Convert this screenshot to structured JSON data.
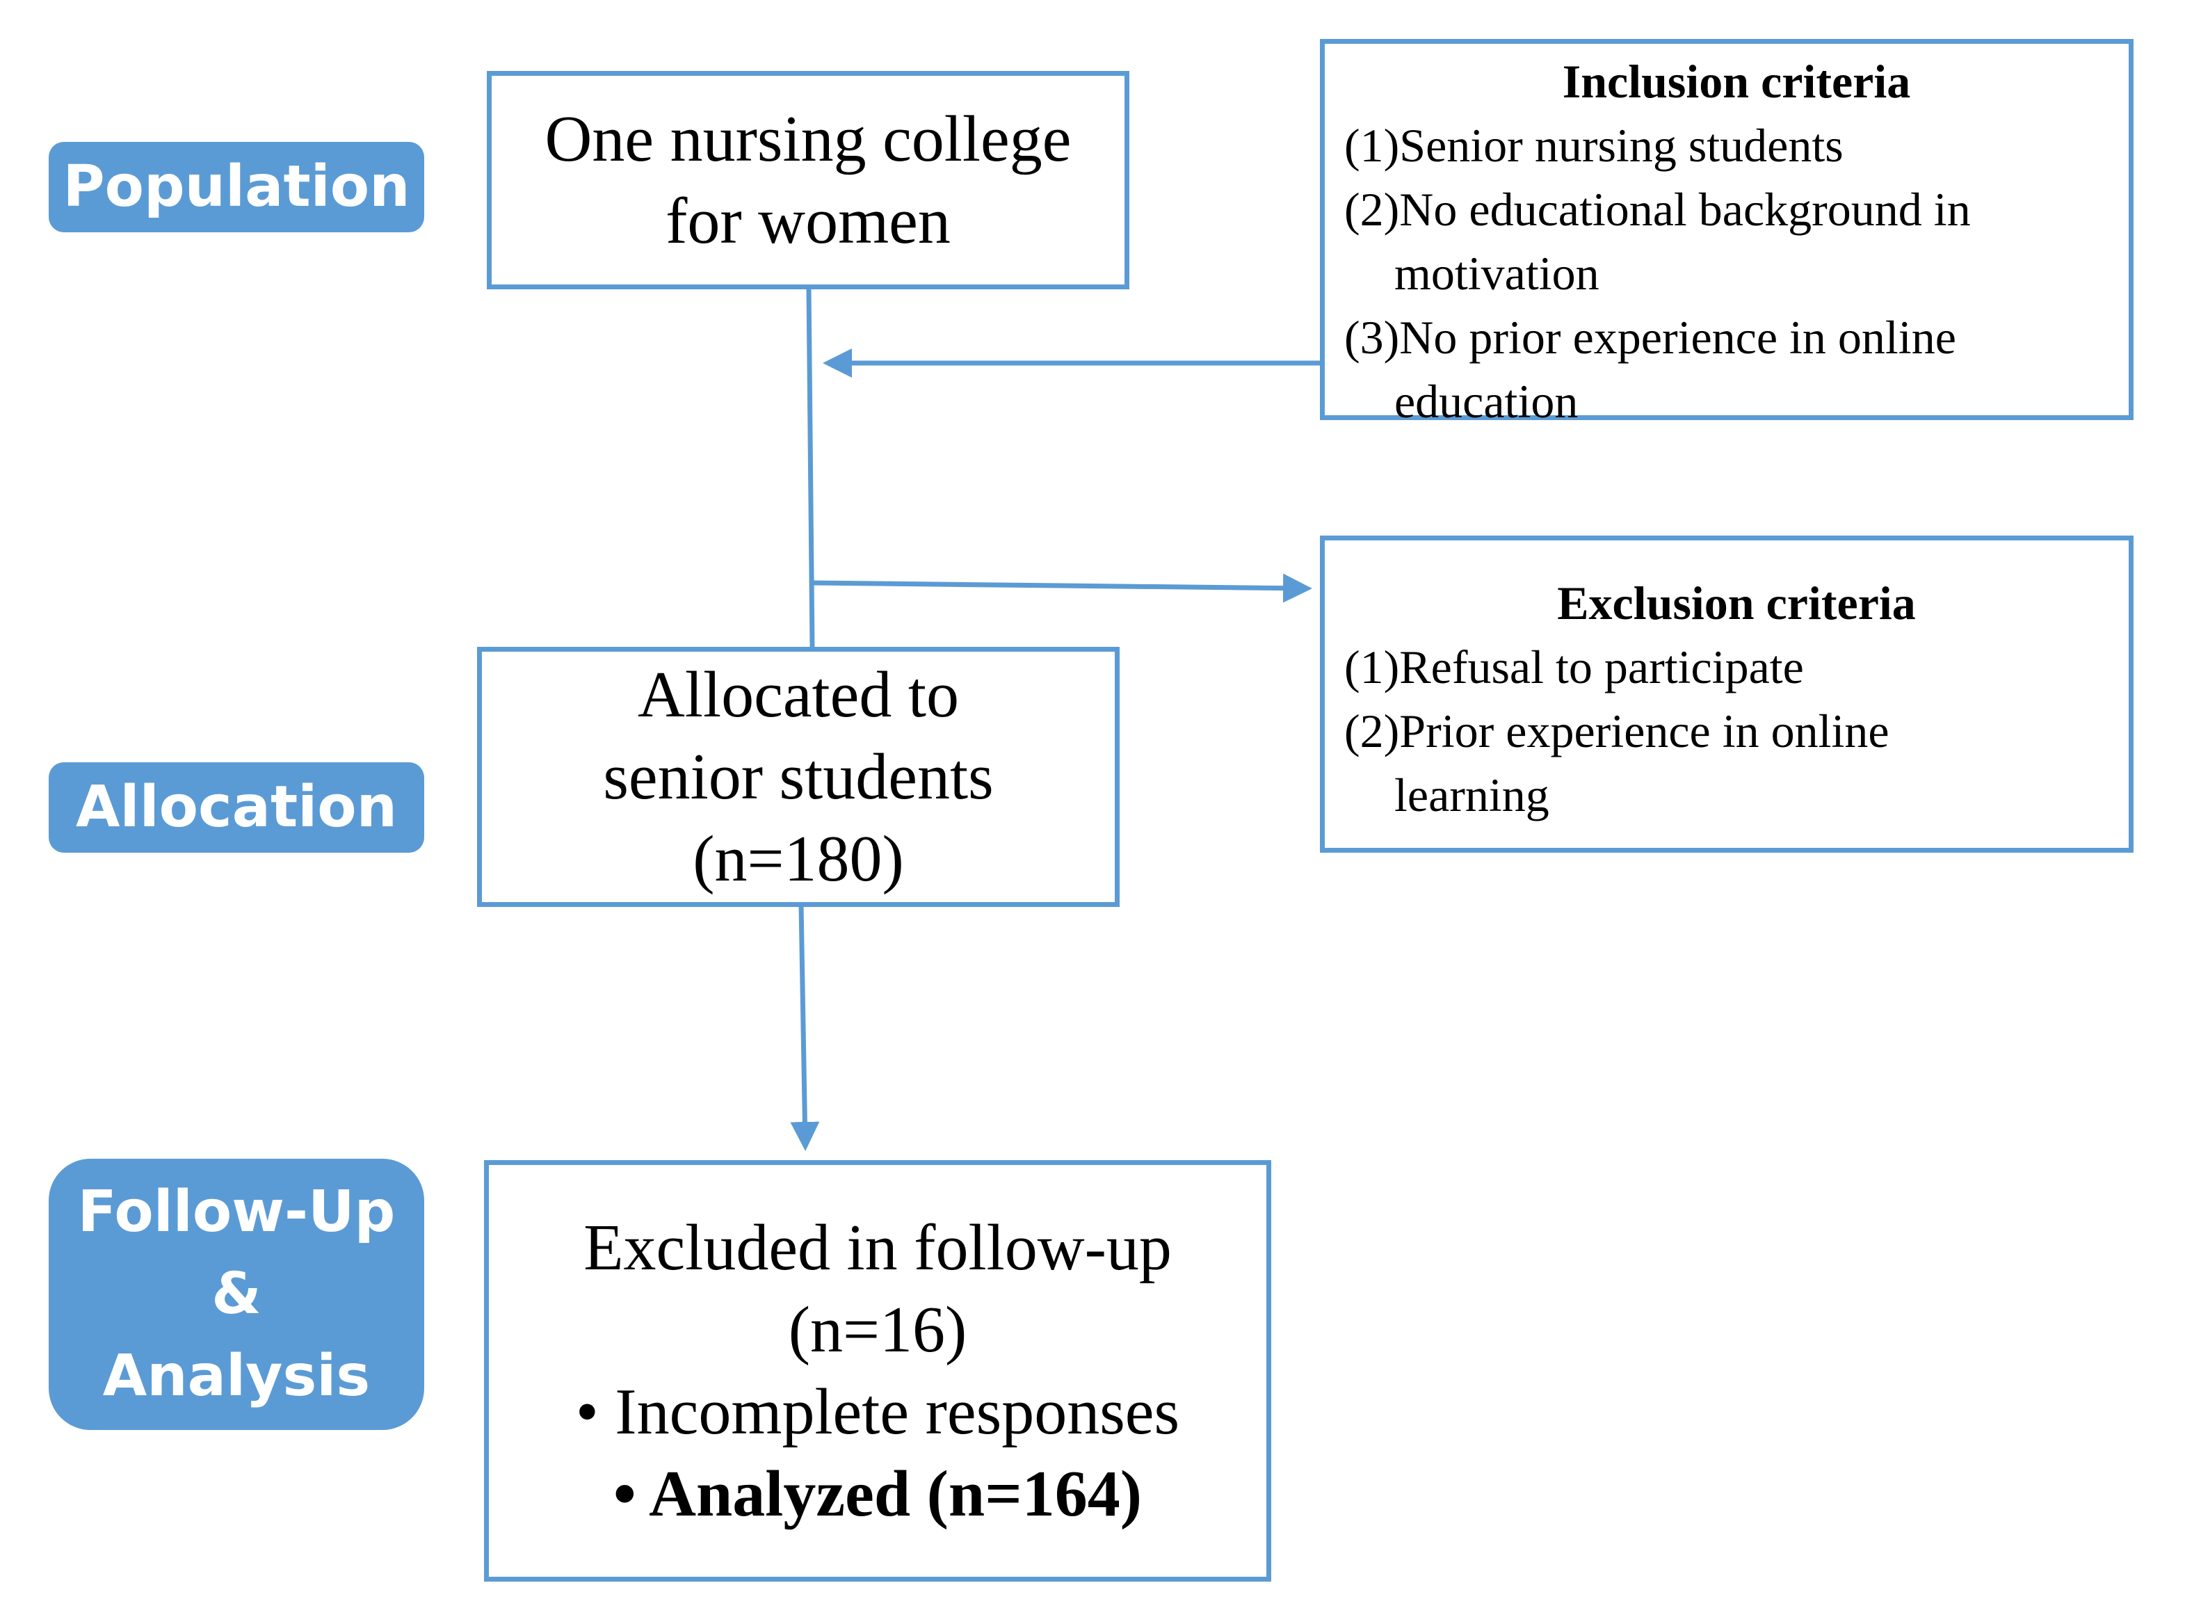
{
  "stages": {
    "population": [
      "Population"
    ],
    "allocation": [
      "Allocation"
    ],
    "followup": [
      "Follow-Up",
      "&",
      "Analysis"
    ]
  },
  "boxes": {
    "population_box": [
      "One nursing college",
      "for women"
    ],
    "allocation_box": [
      "Allocated to",
      "senior students",
      "(n=180)"
    ],
    "followup_box": [
      "Excluded in follow-up",
      "(n=16)",
      "• Incomplete responses",
      "• Analyzed (n=164)"
    ]
  },
  "inclusion": {
    "title": "Inclusion criteria",
    "lines": [
      "(1)Senior nursing students",
      "(2)No educational background  in",
      "    motivation",
      "(3)No prior experience in online",
      "    education"
    ]
  },
  "exclusion": {
    "title": "Exclusion criteria",
    "lines": [
      "(1)Refusal to participate",
      "(2)Prior experience in online",
      "    learning"
    ]
  },
  "colors": {
    "accent": "#5b9bd5",
    "label_text": "#ffffff",
    "box_text": "#000000"
  }
}
